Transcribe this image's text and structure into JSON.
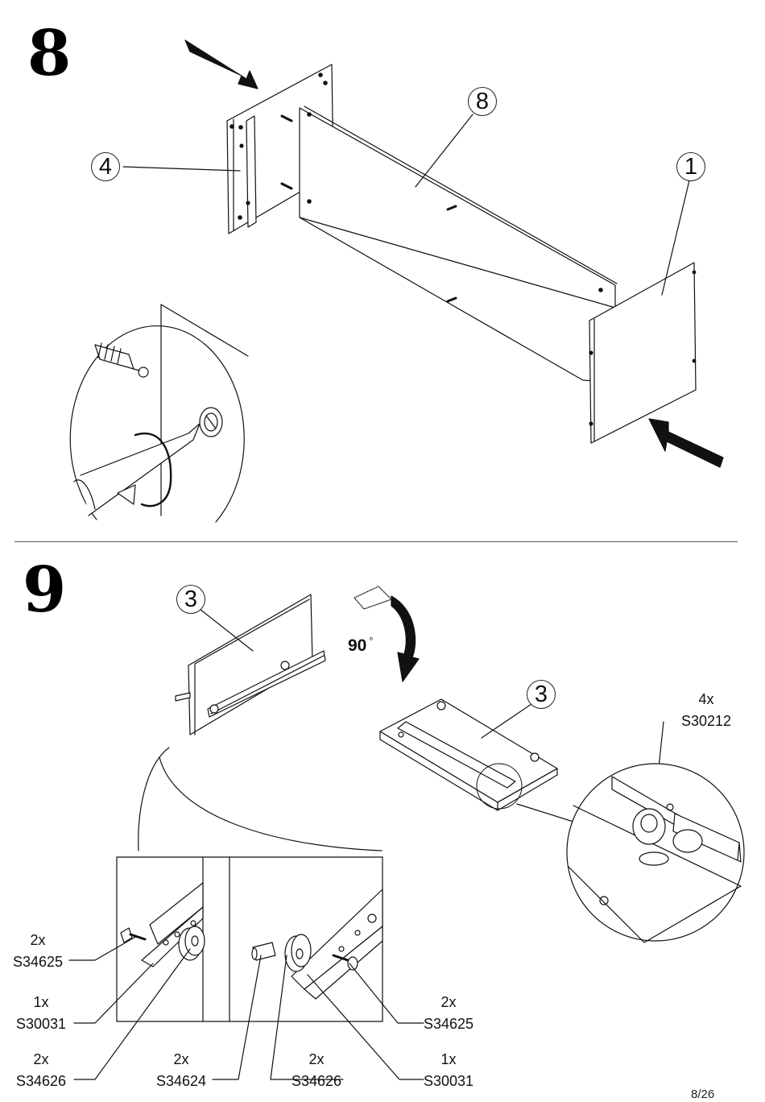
{
  "steps": {
    "step8": {
      "number": "8",
      "callouts": {
        "panel_left": "4",
        "panel_back": "8",
        "panel_right": "1"
      }
    },
    "step9": {
      "number": "9",
      "rotation": "90",
      "rotation_unit": "°",
      "callouts": {
        "drawer_upright": "3",
        "drawer_flat": "3"
      },
      "parts": [
        {
          "qty": "4x",
          "code": "S30212"
        },
        {
          "qty": "2x",
          "code": "S34625"
        },
        {
          "qty": "1x",
          "code": "S30031"
        },
        {
          "qty": "2x",
          "code": "S34626"
        },
        {
          "qty": "2x",
          "code": "S34624"
        },
        {
          "qty": "2x",
          "code": "S34626"
        },
        {
          "qty": "1x",
          "code": "S30031"
        },
        {
          "qty": "2x",
          "code": "S34625"
        }
      ]
    }
  },
  "footer": {
    "page": "8/26"
  },
  "colors": {
    "line": "#111111",
    "arrow": "#111111",
    "paper": "#ffffff"
  },
  "icons": [
    "arrow-icon",
    "screwdriver-icon",
    "cam-lock-icon",
    "rotate-arrow-icon",
    "drawer-slide-icon"
  ]
}
